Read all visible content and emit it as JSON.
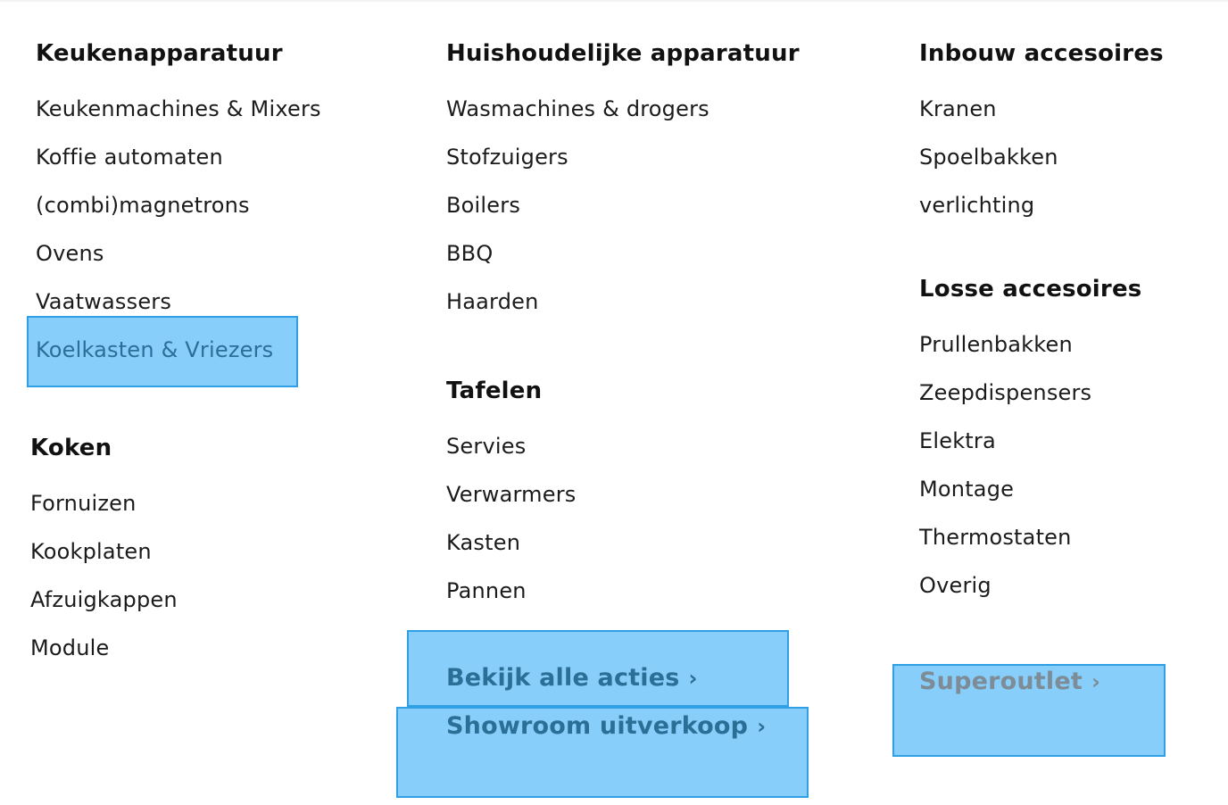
{
  "columns": {
    "col1": {
      "keuken": {
        "title": "Keukenapparatuur",
        "items": [
          "Keukenmachines & Mixers",
          "Koffie automaten",
          "(combi)magnetrons",
          "Ovens",
          "Vaatwassers",
          "Koelkasten & Vriezers"
        ]
      },
      "koken": {
        "title": "Koken",
        "items": [
          "Fornuizen",
          "Kookplaten",
          "Afzuigkappen",
          "Module"
        ]
      }
    },
    "col2": {
      "huis": {
        "title": "Huishoudelijke apparatuur",
        "items": [
          "Wasmachines & drogers",
          "Stofzuigers",
          "Boilers",
          "BBQ",
          "Haarden"
        ]
      },
      "tafelen": {
        "title": "Tafelen",
        "items": [
          "Servies",
          "Verwarmers",
          "Kasten",
          "Pannen"
        ]
      }
    },
    "col3": {
      "inbouw": {
        "title": "Inbouw accesoires",
        "items": [
          "Kranen",
          "Spoelbakken",
          "verlichting"
        ]
      },
      "losse": {
        "title": "Losse accesoires",
        "items": [
          "Prullenbakken",
          "Zeepdispensers",
          "Elektra",
          "Montage",
          "Thermostaten",
          "Overig"
        ]
      }
    }
  },
  "promos": {
    "acties": "Bekijk alle acties",
    "showroom": "Showroom uitverkoop",
    "superoutlet": "Superoutlet",
    "chevron": "›"
  },
  "icons": {
    "chevron": "chevron-right-icon"
  },
  "colors": {
    "highlight": "#87cefa",
    "highlight_border": "#2f9fe6",
    "promo": "#2b6f96",
    "promo_muted": "#7d8c96"
  }
}
